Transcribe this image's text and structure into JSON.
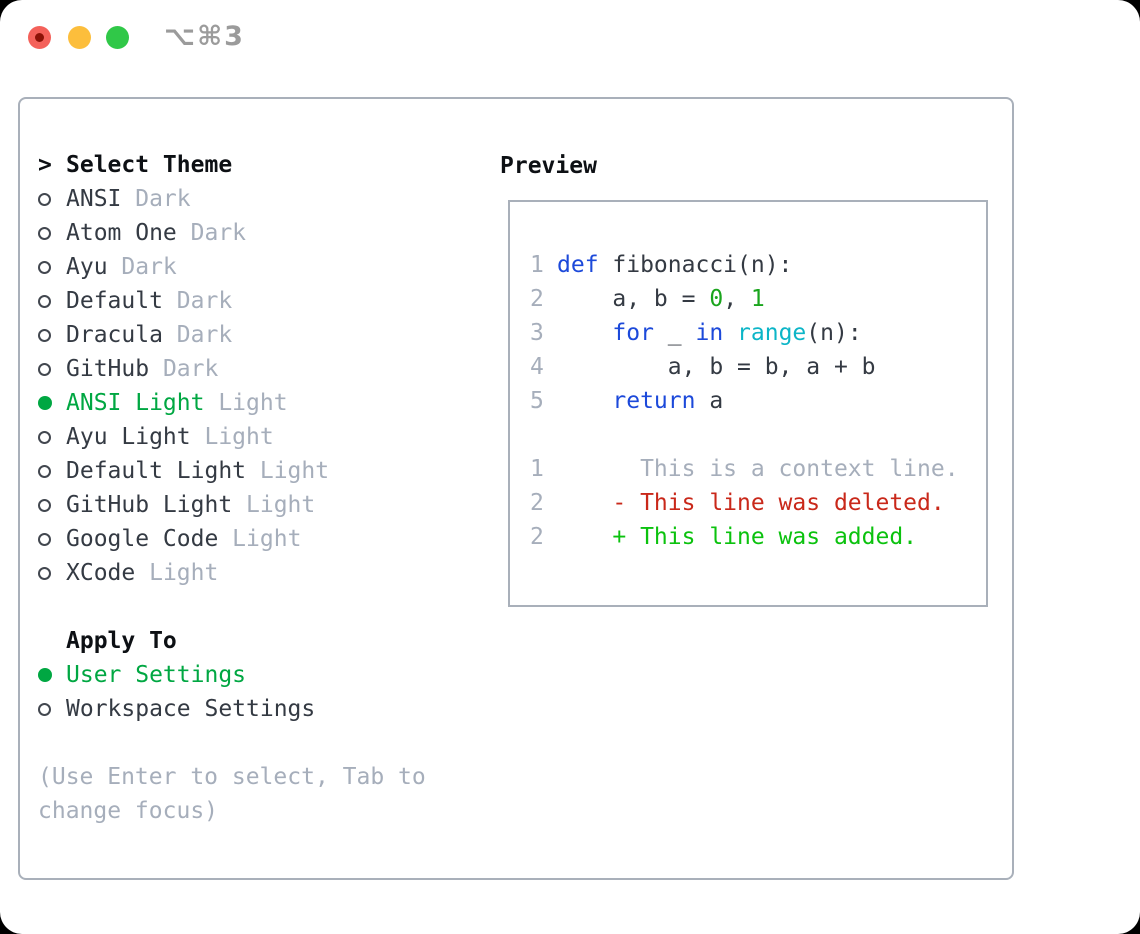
{
  "titlebar": {
    "shortcut": "⌥⌘3"
  },
  "theme_picker": {
    "marker": ">",
    "title": "Select Theme",
    "items": [
      {
        "name": "ANSI",
        "variant": "Dark",
        "selected": false
      },
      {
        "name": "Atom One",
        "variant": "Dark",
        "selected": false
      },
      {
        "name": "Ayu",
        "variant": "Dark",
        "selected": false
      },
      {
        "name": "Default",
        "variant": "Dark",
        "selected": false
      },
      {
        "name": "Dracula",
        "variant": "Dark",
        "selected": false
      },
      {
        "name": "GitHub",
        "variant": "Dark",
        "selected": false
      },
      {
        "name": "ANSI Light",
        "variant": "Light",
        "selected": true
      },
      {
        "name": "Ayu Light",
        "variant": "Light",
        "selected": false
      },
      {
        "name": "Default Light",
        "variant": "Light",
        "selected": false
      },
      {
        "name": "GitHub Light",
        "variant": "Light",
        "selected": false
      },
      {
        "name": "Google Code",
        "variant": "Light",
        "selected": false
      },
      {
        "name": "XCode",
        "variant": "Light",
        "selected": false
      }
    ]
  },
  "apply_to": {
    "title": "Apply To",
    "options": [
      {
        "label": "User Settings",
        "selected": true
      },
      {
        "label": "Workspace Settings",
        "selected": false
      }
    ]
  },
  "help_text": "(Use Enter to select, Tab to change focus)",
  "preview": {
    "title": "Preview",
    "code_lines": [
      {
        "num": "1",
        "tokens": [
          {
            "text": "def",
            "style": "keyword"
          },
          {
            "text": " fibonacci(n):",
            "style": "plain"
          }
        ]
      },
      {
        "num": "2",
        "tokens": [
          {
            "text": "    a, b = ",
            "style": "plain"
          },
          {
            "text": "0",
            "style": "number"
          },
          {
            "text": ", ",
            "style": "plain"
          },
          {
            "text": "1",
            "style": "number"
          }
        ]
      },
      {
        "num": "3",
        "tokens": [
          {
            "text": "    ",
            "style": "plain"
          },
          {
            "text": "for",
            "style": "keyword"
          },
          {
            "text": " _ ",
            "style": "plain"
          },
          {
            "text": "in",
            "style": "keyword"
          },
          {
            "text": " ",
            "style": "plain"
          },
          {
            "text": "range",
            "style": "builtin"
          },
          {
            "text": "(n):",
            "style": "plain"
          }
        ]
      },
      {
        "num": "4",
        "tokens": [
          {
            "text": "        a, b = b, a + b",
            "style": "plain"
          }
        ]
      },
      {
        "num": "5",
        "tokens": [
          {
            "text": "    ",
            "style": "plain"
          },
          {
            "text": "return",
            "style": "keyword"
          },
          {
            "text": " a",
            "style": "plain"
          }
        ]
      }
    ],
    "diff_lines": [
      {
        "num": "1",
        "marker": "",
        "text": "This is a context line.",
        "kind": "context"
      },
      {
        "num": "2",
        "marker": "-",
        "text": "This line was deleted.",
        "kind": "deleted"
      },
      {
        "num": "2",
        "marker": "+",
        "text": "This line was added.",
        "kind": "added"
      }
    ]
  },
  "colors": {
    "selected-green": "#00a742",
    "added-green": "#0bc20e",
    "number-green": "#1aa51d",
    "keyword-blue": "#1c49da",
    "builtin-cyan": "#0cb5c7",
    "deleted-red": "#c9281a",
    "muted": "#a6aebb",
    "text-dark": "#343a43",
    "heading": "#0d1014",
    "border": "#a9b0ba",
    "shortcut-gray": "#9b9b9b",
    "traffic-red": "#f4615a",
    "traffic-red-dot": "#8c1207",
    "traffic-yellow": "#fcbe3c",
    "traffic-green": "#30c848"
  }
}
